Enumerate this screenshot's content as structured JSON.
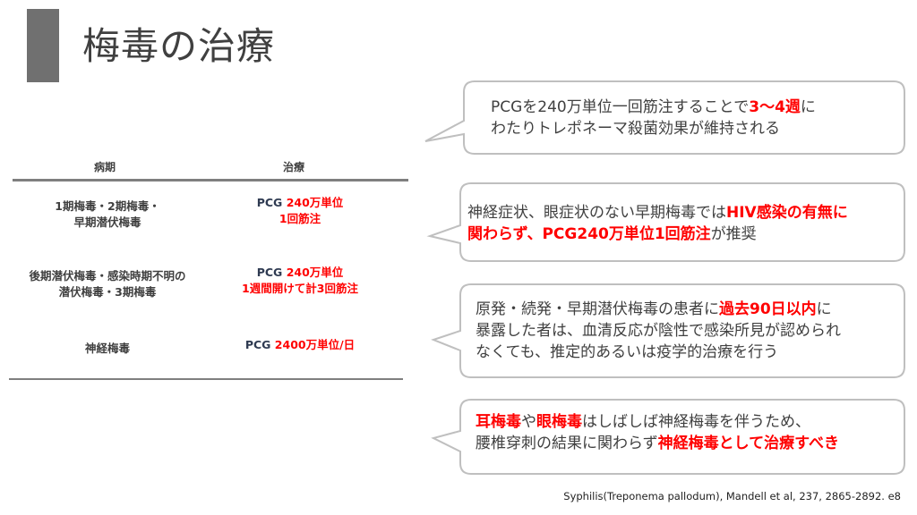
{
  "title": "梅毒の治療",
  "table": {
    "headers": [
      "病期",
      "治療"
    ],
    "rows": [
      {
        "stage": [
          "1期梅毒・2期梅毒・",
          "早期潜伏梅毒"
        ],
        "drug": "PCG",
        "dose": "240万単位",
        "admin": "1回筋注"
      },
      {
        "stage": [
          "後期潜伏梅毒・感染時期不明の",
          "潜伏梅毒・3期梅毒"
        ],
        "drug": "PCG",
        "dose": "240万単位",
        "admin": "1週間開けて計3回筋注"
      },
      {
        "stage": [
          "神経梅毒"
        ],
        "drug": "PCG",
        "dose": "2400万単位/日",
        "admin": ""
      }
    ]
  },
  "callouts": [
    {
      "lines": [
        [
          {
            "t": "PCGを240万単位一回筋注することで"
          },
          {
            "t": "3〜4週",
            "red": true
          },
          {
            "t": "に"
          }
        ],
        [
          {
            "t": "わたりトレポネーマ殺菌効果が維持される"
          }
        ]
      ]
    },
    {
      "lines": [
        [
          {
            "t": "神経症状、眼症状のない早期梅毒では"
          },
          {
            "t": "HIV感染の有無に",
            "red": true
          }
        ],
        [
          {
            "t": "関わらず、PCG240万単位1回筋注",
            "red": true
          },
          {
            "t": "が推奨"
          }
        ]
      ]
    },
    {
      "lines": [
        [
          {
            "t": "原発・続発・早期潜伏梅毒の患者に"
          },
          {
            "t": "過去90日以内",
            "red": true
          },
          {
            "t": "に"
          }
        ],
        [
          {
            "t": "暴露した者は、血清反応が陰性で感染所見が認められ"
          }
        ],
        [
          {
            "t": "なくても、推定的あるいは疫学的治療を行う"
          }
        ]
      ]
    },
    {
      "lines": [
        [
          {
            "t": "耳梅毒",
            "red": true
          },
          {
            "t": "や"
          },
          {
            "t": "眼梅毒",
            "red": true
          },
          {
            "t": "はしばしば神経梅毒を伴うため、"
          }
        ],
        [
          {
            "t": "腰椎穿刺の結果に関わらず"
          },
          {
            "t": "神経梅毒として治療すべき",
            "red": true
          }
        ]
      ]
    }
  ],
  "citation": "Syphilis(Treponema pallodum), Mandell et al, 237, 2865-2892. e8",
  "colors": {
    "accent": "#ff0000",
    "bar": "#707070"
  }
}
